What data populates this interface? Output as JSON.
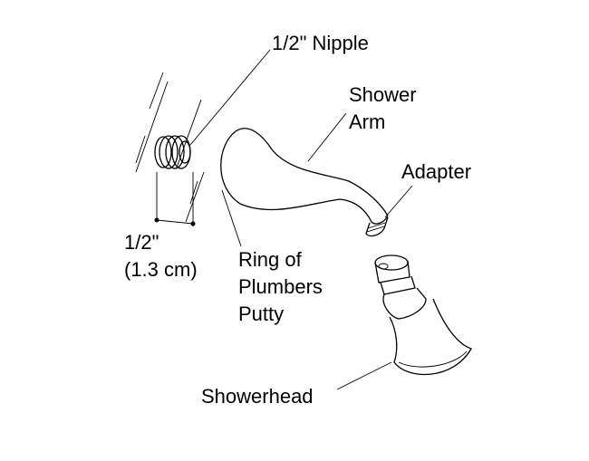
{
  "labels": {
    "nipple": "1/2\" Nipple",
    "shower_arm_1": "Shower",
    "shower_arm_2": "Arm",
    "adapter": "Adapter",
    "dim_1": "1/2\"",
    "dim_2": "(1.3 cm)",
    "putty_1": "Ring of",
    "putty_2": "Plumbers",
    "putty_3": "Putty",
    "showerhead": "Showerhead"
  }
}
